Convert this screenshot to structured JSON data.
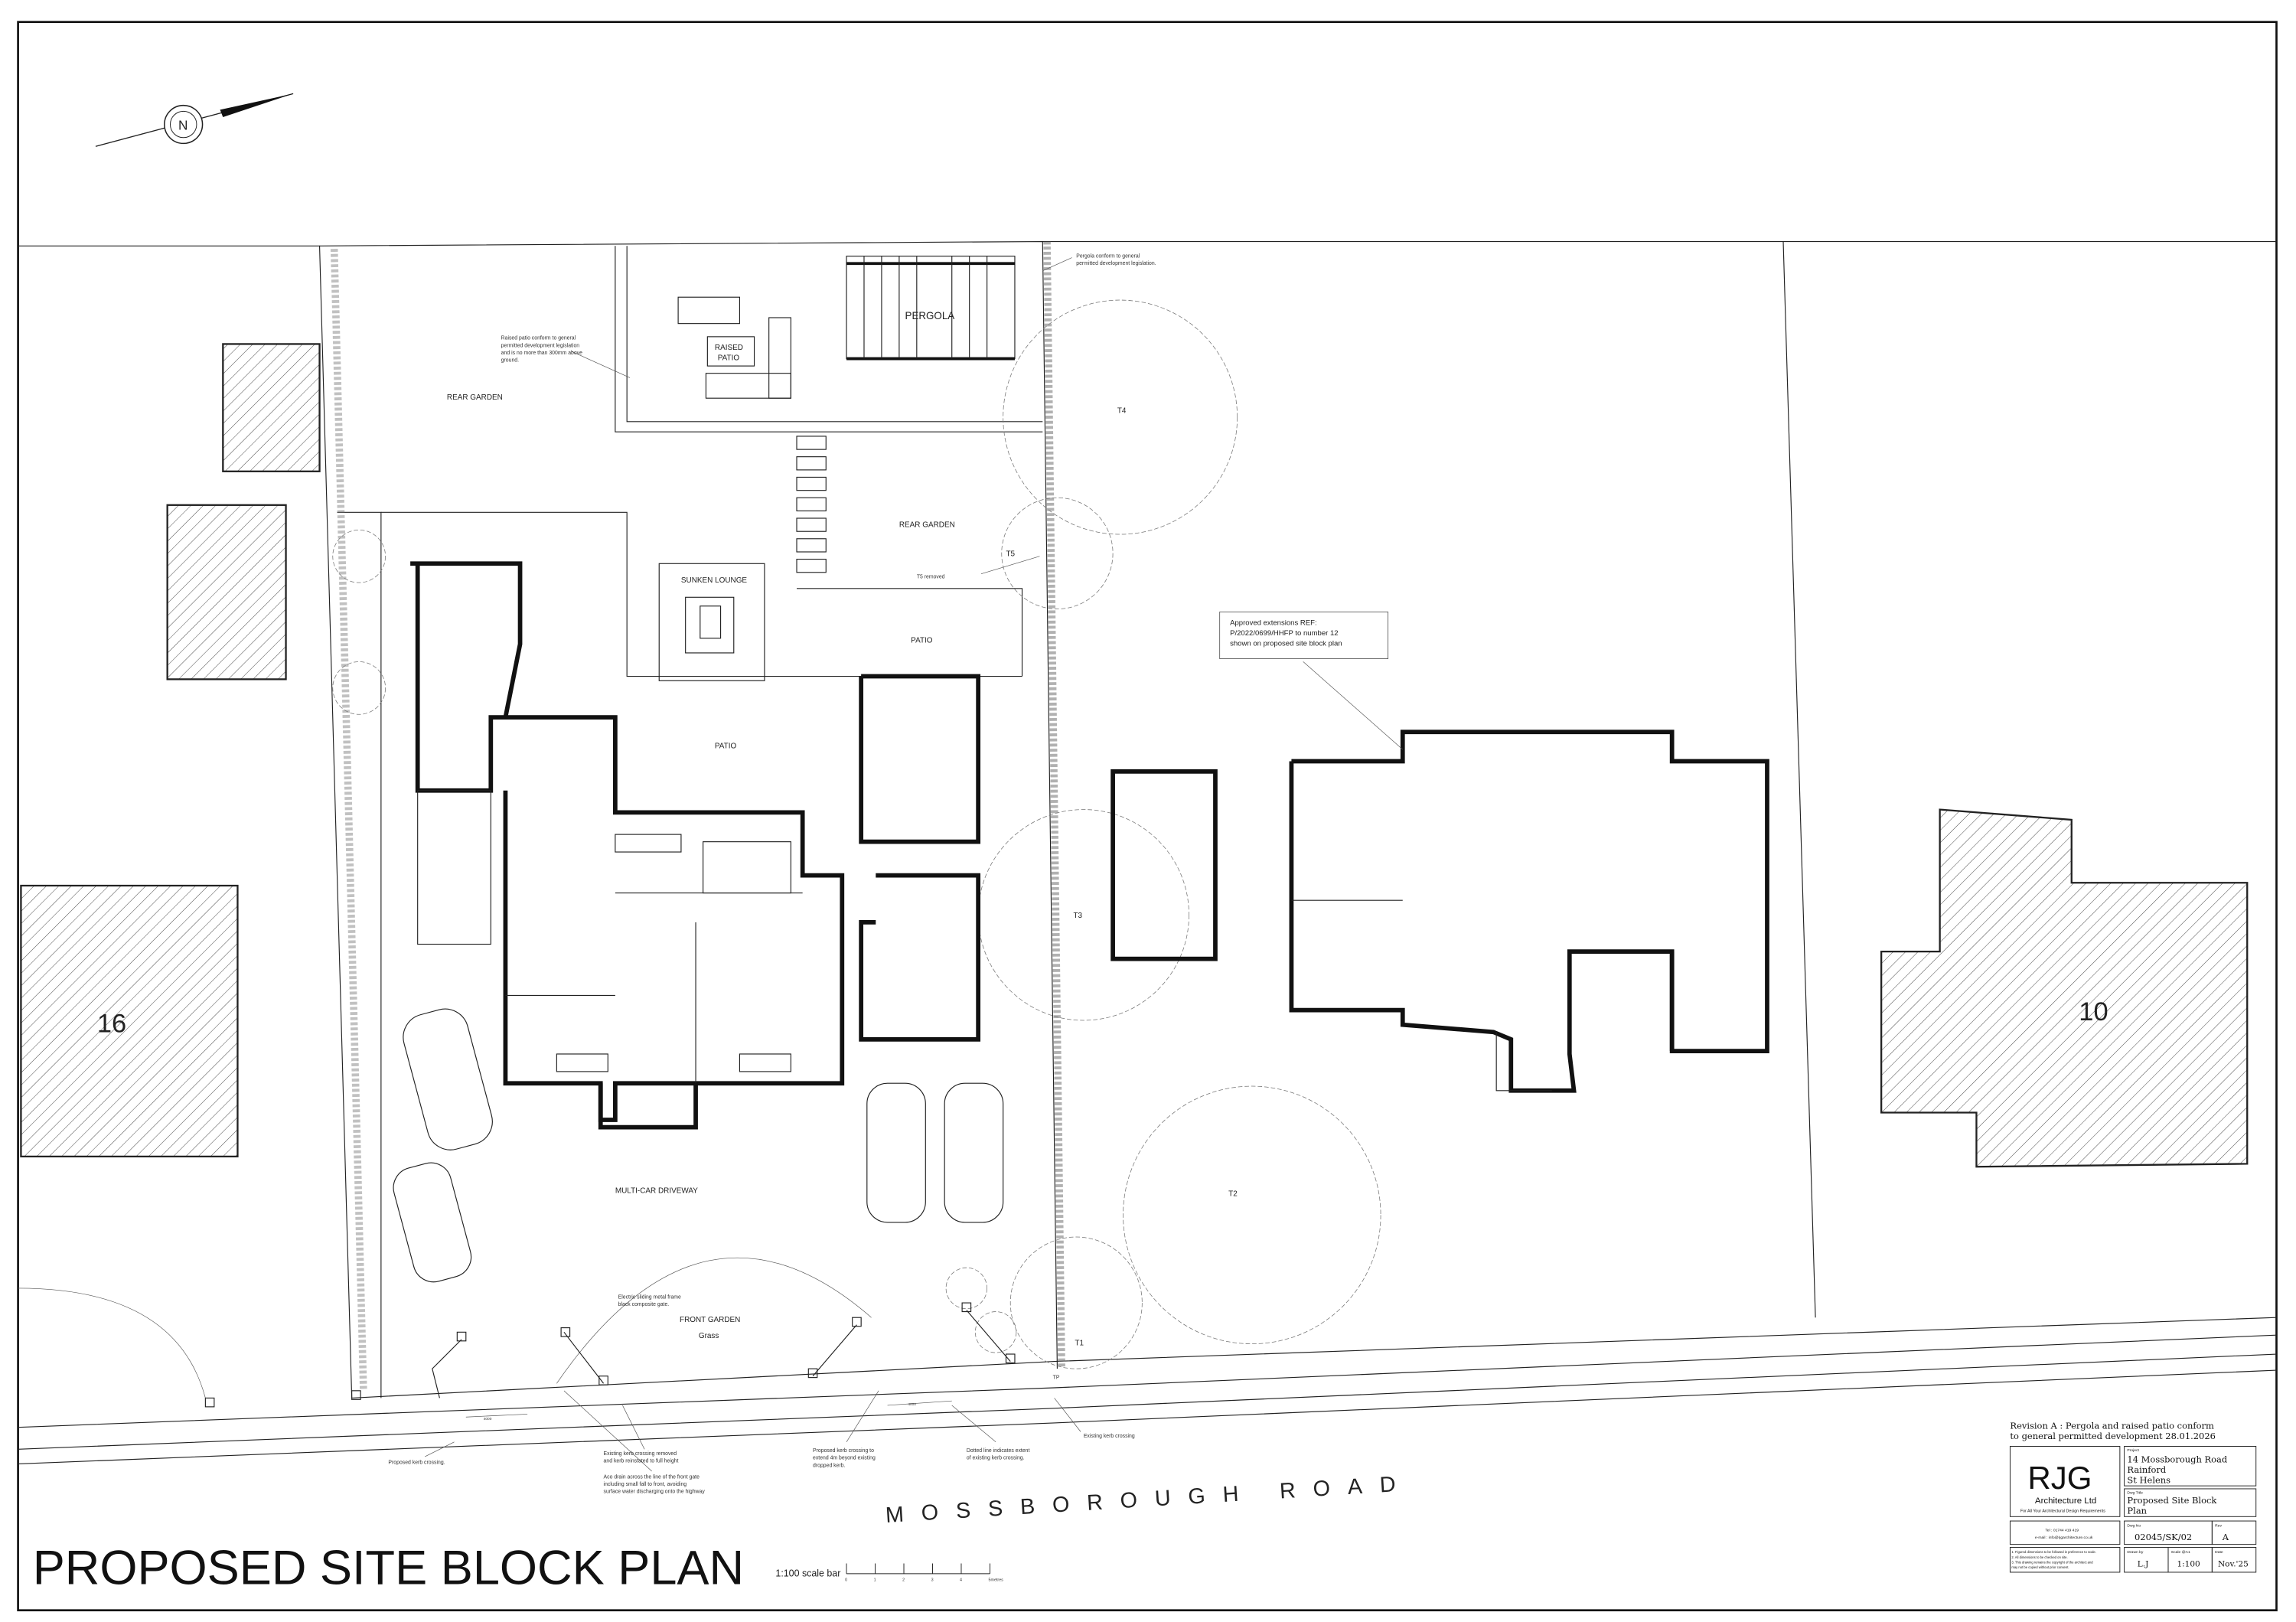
{
  "drawing": {
    "title": "PROPOSED SITE BLOCK PLAN",
    "north_label": "N",
    "road_name": "MOSSBOROUGH ROAD",
    "scale_bar": {
      "label": "1:100 scale bar",
      "ticks": [
        "0",
        "1",
        "2",
        "3",
        "4",
        "5metres"
      ]
    },
    "house_numbers": {
      "left": "16",
      "right": "10"
    },
    "labels": {
      "rear_garden_left": "REAR GARDEN",
      "raised_patio_1": "RAISED",
      "raised_patio_2": "PATIO",
      "pergola": "PERGOLA",
      "sunken_lounge": "SUNKEN LOUNGE",
      "rear_garden_right": "REAR GARDEN",
      "t5": "T5",
      "t5_removed": "T5 removed",
      "patio_right": "PATIO",
      "patio_centre": "PATIO",
      "t4": "T4",
      "t3": "T3",
      "t2": "T2",
      "t1": "T1",
      "tp": "TP",
      "driveway": "MULTI-CAR DRIVEWAY",
      "front_garden": "FRONT GARDEN",
      "grass": "Grass",
      "dim_left": "4000",
      "dim_right": "4000"
    },
    "notes": {
      "raised_patio": [
        "Raised patio conform to general",
        "permitted development legislation",
        "and is no more than 300mm above",
        "ground."
      ],
      "pergola": [
        "Pergola conform to general",
        "permitted development legislation."
      ],
      "approved_ext": [
        "Approved extensions REF:",
        "P/2022/0699/HHFP to number 12",
        "shown on proposed site block plan"
      ],
      "gate": [
        "Electric sliding metal frame",
        "black composite gate."
      ],
      "proposed_kerb": [
        "Proposed kerb crossing."
      ],
      "kerb_removed": [
        "Existing kerb crossing removed",
        "and kerb reinstated to full height"
      ],
      "aco_drain": [
        "Aco drain across the line of the front gate",
        "including small fall to front, avoiding",
        "surface water discharging onto the highway"
      ],
      "kerb_extend": [
        "Proposed kerb crossing to",
        "extend 4m beyond existing",
        "dropped kerb."
      ],
      "dotted_line": [
        "Dotted line indicates extent",
        "of existing kerb crossing."
      ],
      "existing_kerb": [
        "Existing kerb crossing"
      ]
    }
  },
  "title_block": {
    "revision": [
      "Revision A : Pergola and raised patio conform",
      "to general permitted development    28.01.2026"
    ],
    "logo": "RJG",
    "company": "Architecture Ltd",
    "tagline": "For All Your Architectural Design Requirements",
    "contact": [
      "Tel : 01744 419 419",
      "e-mail : info@rjgarchitecture.co.uk"
    ],
    "disclaimers": [
      "1. Figured dimensions to be followed in preference to scale.",
      "2. All dimensions to be checked on site.",
      "3. This drawing remains the copyright of the architect and",
      "   may not be copied without prior consent."
    ],
    "project_label": "Project",
    "project": [
      "14 Mossborough Road",
      "Rainford",
      "St Helens"
    ],
    "dwg_title_label": "Dwg Title",
    "dwg_title": [
      "Proposed Site Block",
      "Plan"
    ],
    "dwg_no_label": "Dwg No",
    "dwg_no": "02045/SK/02",
    "rev_label": "Rev",
    "rev": "A",
    "drawn_by_label": "Drawn by",
    "drawn_by": "L.J",
    "scale_label": "Scale @A1",
    "scale": "1:100",
    "date_label": "Date",
    "date": "Nov.'25"
  }
}
